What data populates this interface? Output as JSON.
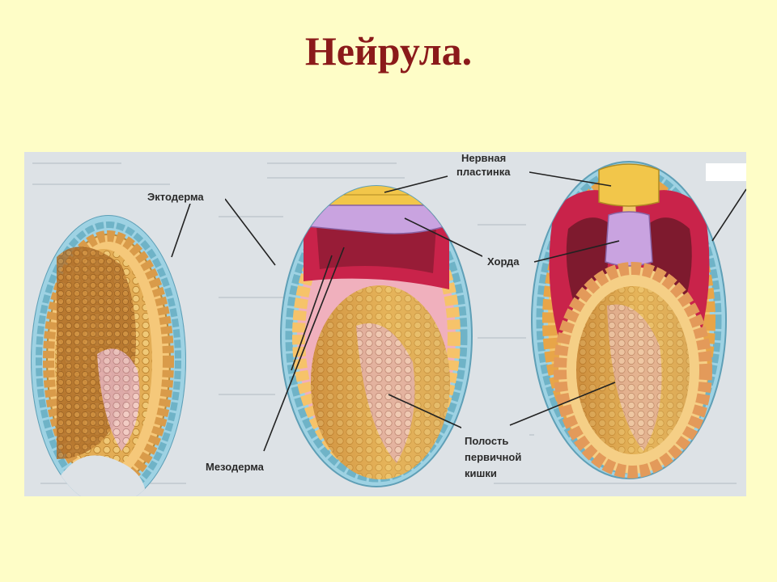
{
  "title": "Нейрула.",
  "colors": {
    "background": "#fefdc7",
    "title": "#8b1a1a",
    "ectoderm": "#9ed2e3",
    "ectoderm_inner": "#f5c87a",
    "mesoderm": "#c9234a",
    "chord": "#c9a3e0",
    "endoderm": "#d79a3a",
    "yolk": "#e7b760",
    "neural_plate": "#f2c64a"
  },
  "labels": {
    "ectoderm": "Эктодерма",
    "neural_plate_line1": "Нервная",
    "neural_plate_line2": "пластинка",
    "chord": "Хорда",
    "mesoderm": "Мезодерма",
    "gut_line1": "Полость",
    "gut_line2": "первичной",
    "gut_line3": "кишки"
  }
}
